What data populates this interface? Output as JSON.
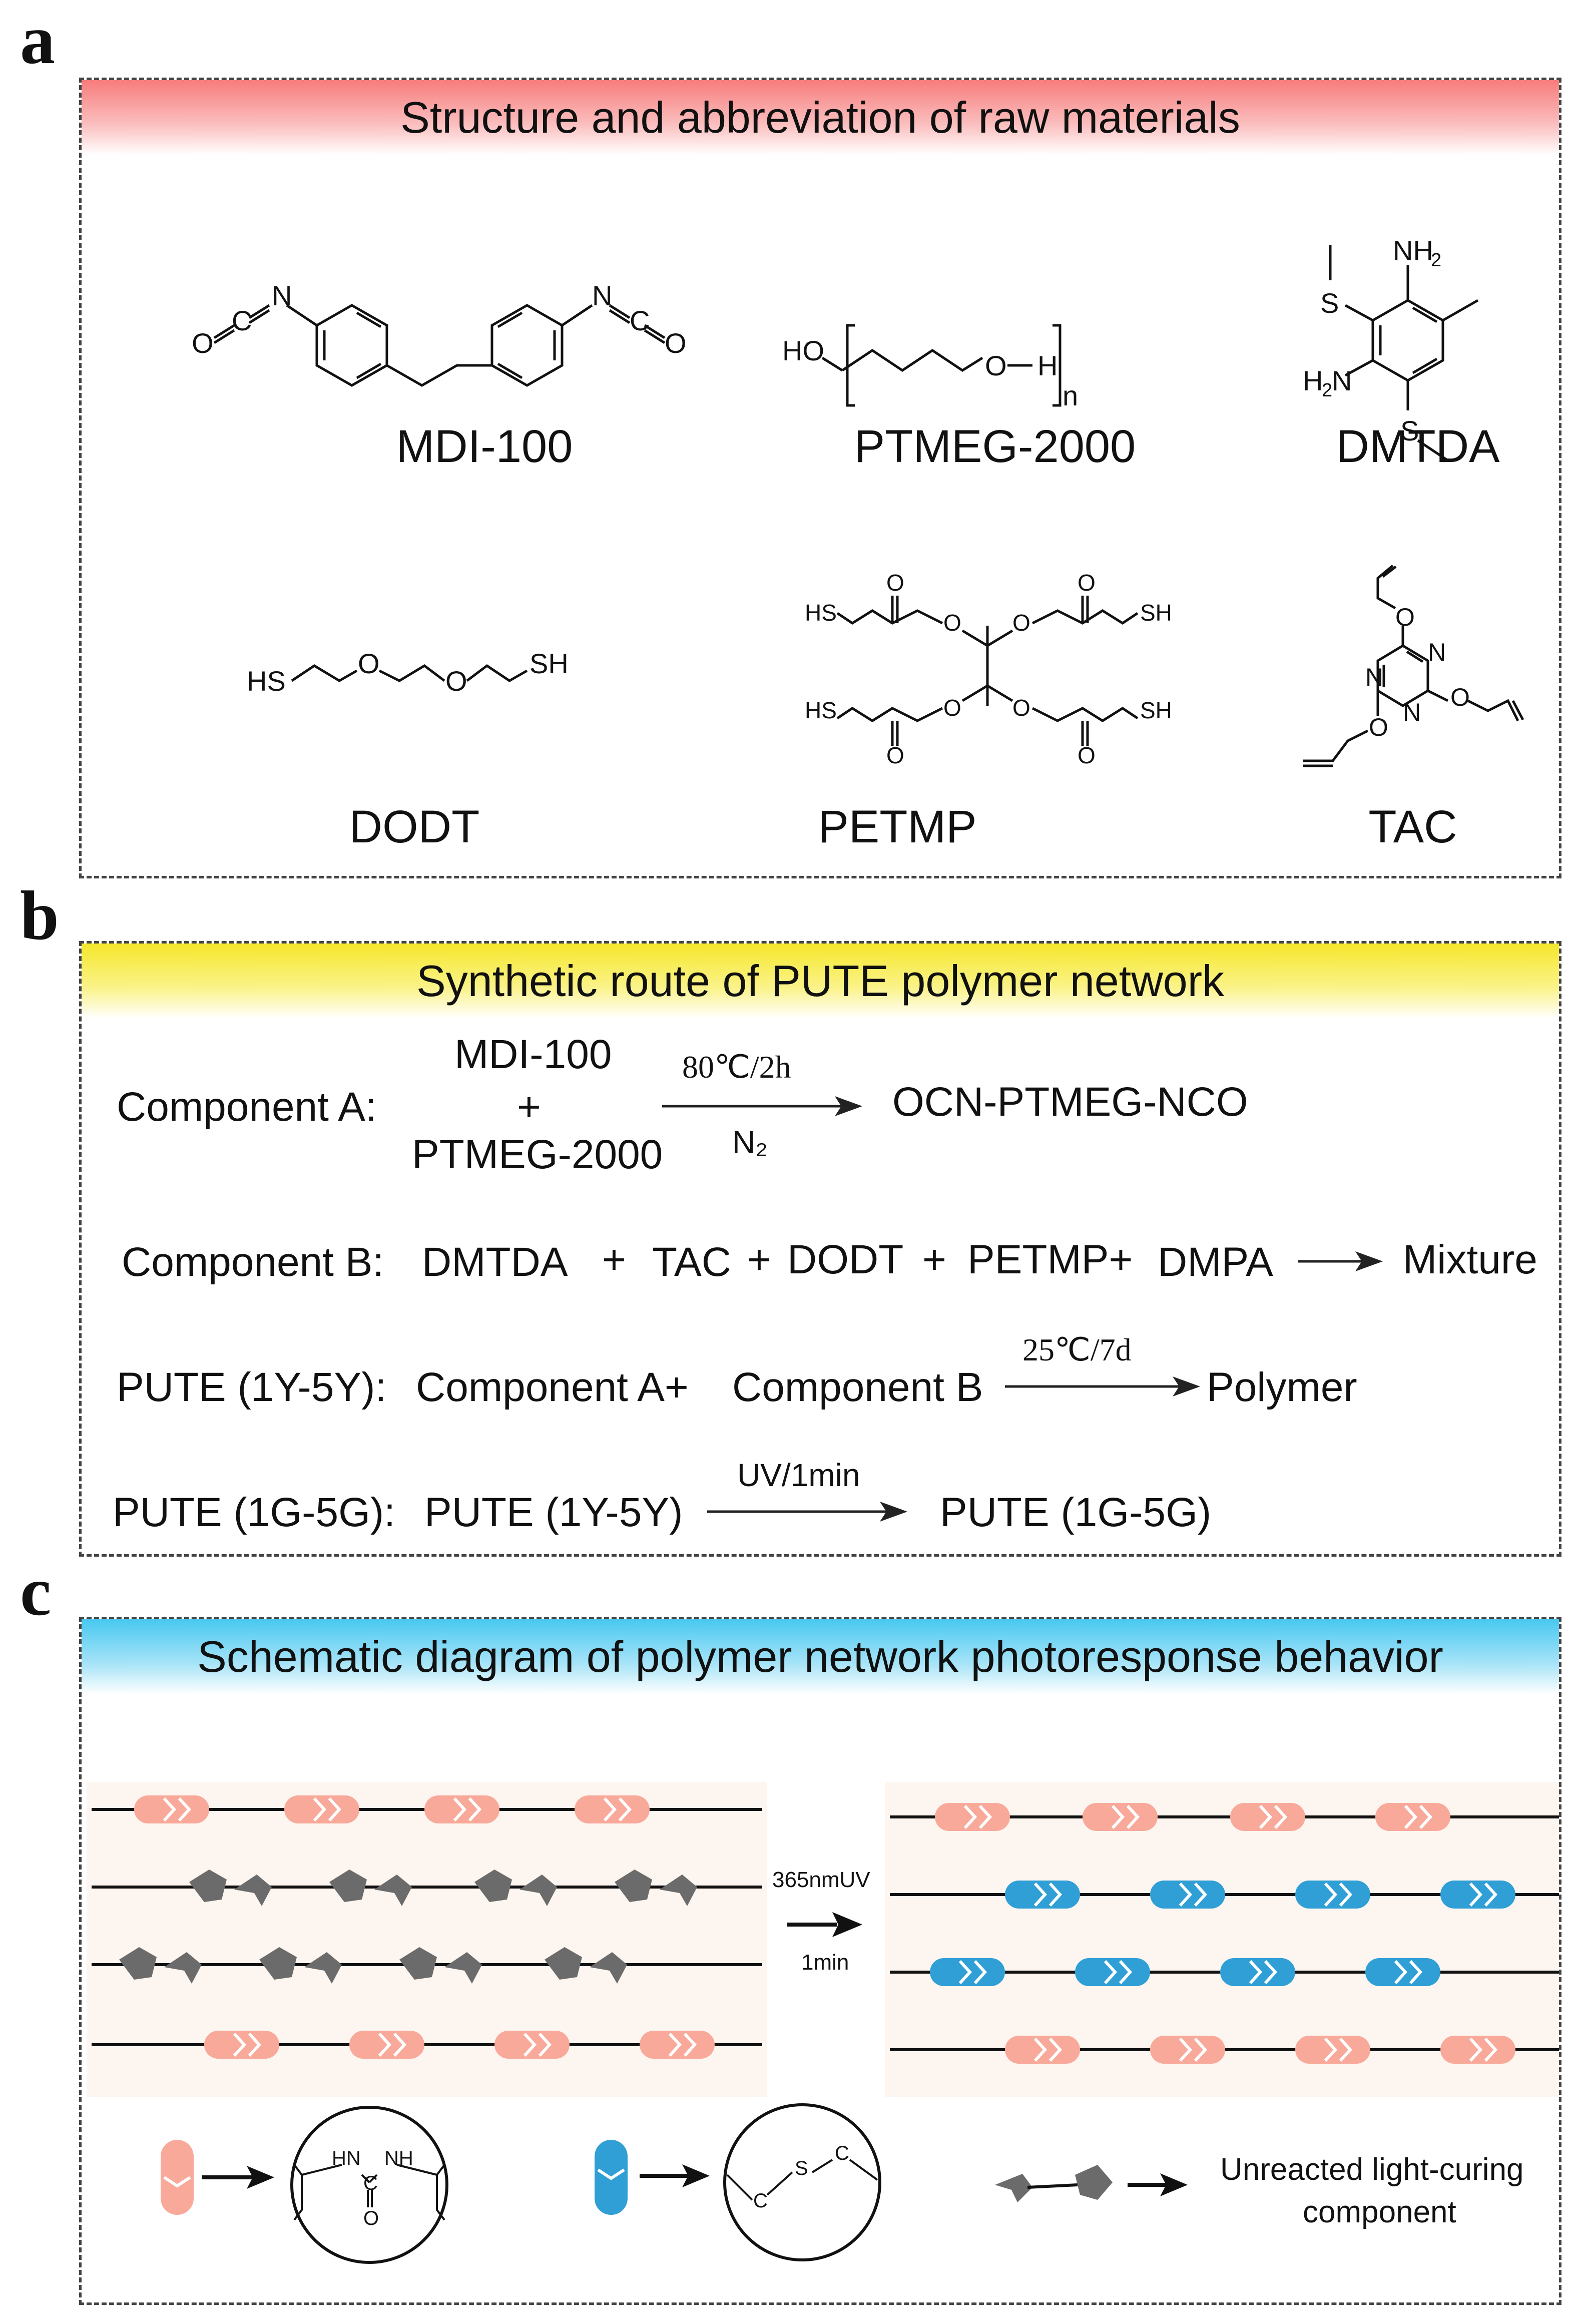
{
  "panel_labels": {
    "a": "a",
    "b": "b",
    "c": "c"
  },
  "panel_a": {
    "title": "Structure and abbreviation of raw materials",
    "molecules": [
      {
        "name": "MDI-100"
      },
      {
        "name": "PTMEG-2000"
      },
      {
        "name": "DMTDA"
      },
      {
        "name": "DODT"
      },
      {
        "name": "PETMP"
      },
      {
        "name": "TAC"
      }
    ],
    "atoms": {
      "O": "O",
      "N": "N",
      "C": "C",
      "S": "S",
      "HO": "HO",
      "H": "H",
      "n": "n",
      "NH2": "NH",
      "sub2": "2",
      "H2N_H": "H",
      "H2N_N": "N",
      "HS": "HS",
      "SH": "SH"
    }
  },
  "panel_b": {
    "title": "Synthetic route of PUTE polymer network",
    "rows": [
      {
        "label": "Component A:",
        "top": "MDI-100",
        "plus": "+",
        "bottom": "PTMEG-2000",
        "above": "80℃/2h",
        "below": "N₂",
        "product": "OCN-PTMEG-NCO"
      },
      {
        "label": "Component B:",
        "reactants": [
          "DMTDA",
          "+",
          "TAC",
          "+",
          "DODT",
          "+",
          "PETMP+",
          "DMPA"
        ],
        "product": "Mixture"
      },
      {
        "label": "PUTE (1Y-5Y):",
        "r1": "Component A+",
        "r2": "Component B",
        "above": "25℃/7d",
        "product": "Polymer"
      },
      {
        "label": "PUTE (1G-5G):",
        "r1": "PUTE (1Y-5Y)",
        "above": "UV/1min",
        "product": "PUTE (1G-5G)"
      }
    ]
  },
  "panel_c": {
    "title": "Schematic diagram of polymer network photoresponse behavior",
    "arrow_top": "365nmUV",
    "arrow_bottom": "1min",
    "legend": {
      "urea_HN": "HN",
      "urea_NH": "NH",
      "urea_C": "C",
      "urea_O": "O",
      "thio_C1": "C",
      "thio_S": "S",
      "thio_C2": "C",
      "unreacted_line1": "Unreacted light-curing",
      "unreacted_line2": "component"
    }
  },
  "colors": {
    "salmon": "#f8a99a",
    "blue": "#2f9fd6",
    "gray": "#6b6b6b",
    "panel_bg": "#fdf6f1"
  }
}
